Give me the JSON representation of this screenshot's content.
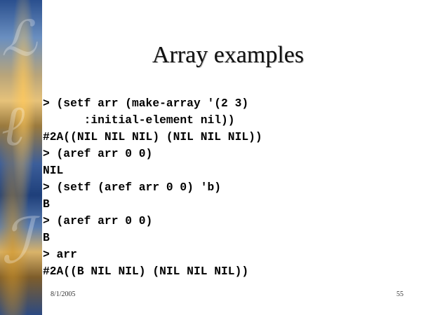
{
  "slide": {
    "title": "Array examples",
    "code_lines": [
      "> (setf arr (make-array '(2 3)",
      "      :initial-element nil))",
      "#2A((NIL NIL NIL) (NIL NIL NIL))",
      "> (aref arr 0 0)",
      "NIL",
      "> (setf (aref arr 0 0) 'b)",
      "B",
      "> (aref arr 0 0)",
      "B",
      "> arr",
      "#2A((B NIL NIL) (NIL NIL NIL))"
    ],
    "footer": {
      "date": "8/1/2005",
      "page_number": "55"
    }
  }
}
